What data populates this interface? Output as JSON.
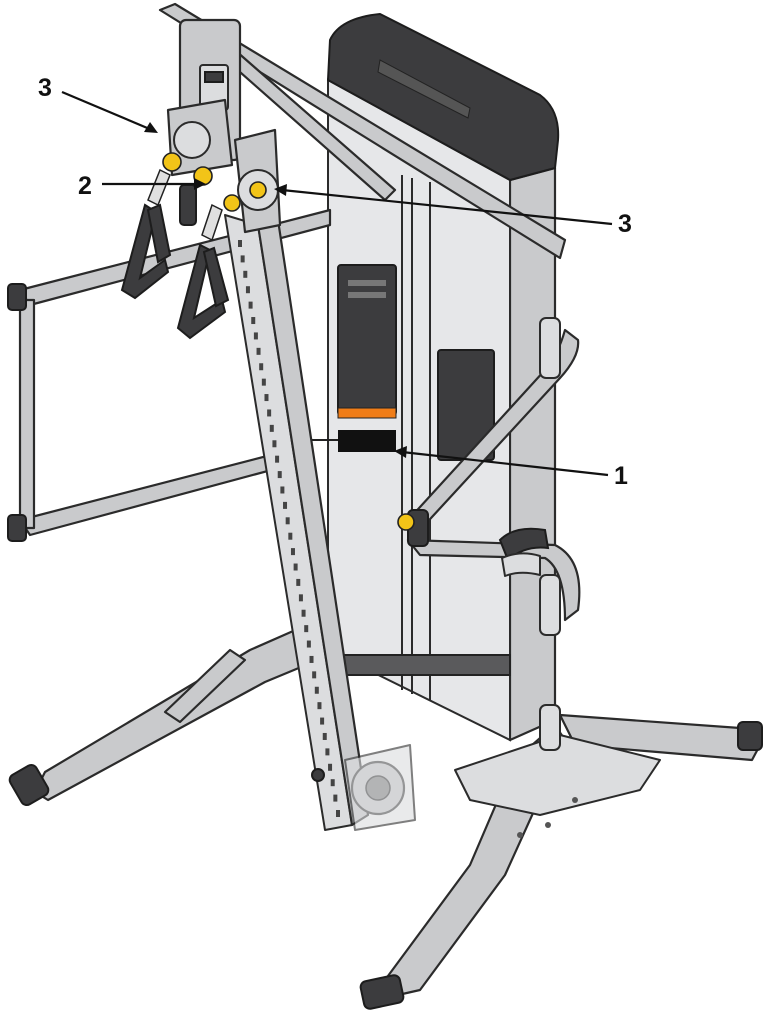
{
  "figure": {
    "callouts": [
      {
        "id": "c3a",
        "label": "3"
      },
      {
        "id": "c2",
        "label": "2"
      },
      {
        "id": "c3b",
        "label": "3"
      },
      {
        "id": "c1",
        "label": "1"
      }
    ]
  },
  "colors": {
    "frame": "#c9cacc",
    "panel": "#e6e7e9",
    "rubber": "#3c3c3e",
    "knob": "#f2c418",
    "warning": "#f07d18",
    "line": "#111111"
  }
}
